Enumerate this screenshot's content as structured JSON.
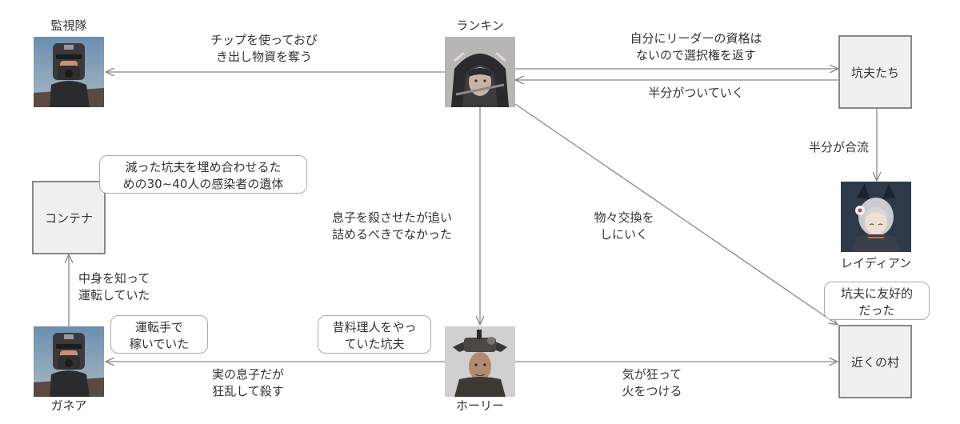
{
  "nodes": {
    "kanshitai": "監視隊",
    "rankin": "ランキン",
    "koufutachi": "坑夫たち",
    "container": "コンテナ",
    "reidian": "レイディアン",
    "ganea": "ガネア",
    "holly": "ホーリー",
    "village": "近くの村"
  },
  "edges": {
    "chip_line1": "チップを使っておび",
    "chip_line2": "き出し物資を奪う",
    "leader_line1": "自分にリーダーの資格は",
    "leader_line2": "ないので選択権を返す",
    "half_follow": "半分がついていく",
    "half_join": "半分が合流",
    "son_line1": "息子を殺させたが追い",
    "son_line2": "詰めるべきでなかった",
    "trade_line1": "物々交換を",
    "trade_line2": "しにいく",
    "inside_line1": "中身を知って",
    "inside_line2": "運転していた",
    "realson_line1": "実の息子だが",
    "realson_line2": "狂乱して殺す",
    "fire_line1": "気が狂って",
    "fire_line2": "火をつける"
  },
  "bubbles": {
    "container_note_line1": "減った坑夫を埋め合わせるた",
    "container_note_line2": "めの30~40人の感染者の遺体",
    "ganea_note_line1": "運転手で",
    "ganea_note_line2": "稼いでいた",
    "holly_note_line1": "昔料理人をやっ",
    "holly_note_line2": "ていた坑夫",
    "village_note_line1": "坑夫に友好的",
    "village_note_line2": "だった"
  },
  "colors": {
    "line": "#888888",
    "box_fill": "#f0f0f0",
    "box_border": "#888888",
    "text": "#333333"
  }
}
